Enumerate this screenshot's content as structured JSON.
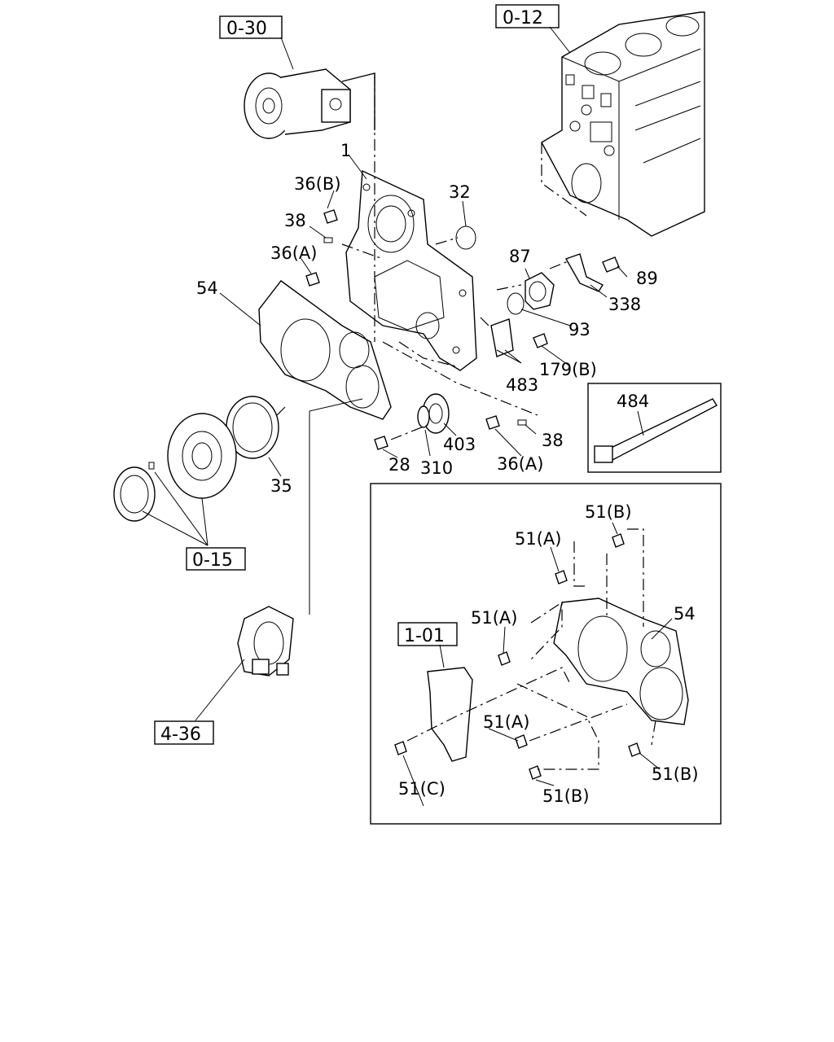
{
  "refs": {
    "r030": "0-30",
    "r012": "0-12",
    "r015": "0-15",
    "r436": "4-36",
    "r101": "1-01"
  },
  "labels": {
    "p1": "1",
    "p36b": "36(B)",
    "p38a": "38",
    "p36a": "36(A)",
    "p32": "32",
    "p54": "54",
    "p87": "87",
    "p89": "89",
    "p338": "338",
    "p93": "93",
    "p179b": "179(B)",
    "p483": "483",
    "p484": "484",
    "p403": "403",
    "p38b": "38",
    "p28": "28",
    "p310": "310",
    "p36a2": "36(A)",
    "p35": "35"
  },
  "inset": {
    "p51b_top": "51(B)",
    "p51a_top": "51(A)",
    "p51a_mid": "51(A)",
    "p54": "54",
    "p51a_low": "51(A)",
    "p51c": "51(C)",
    "p51b_bot": "51(B)",
    "p51b_right": "51(B)"
  }
}
